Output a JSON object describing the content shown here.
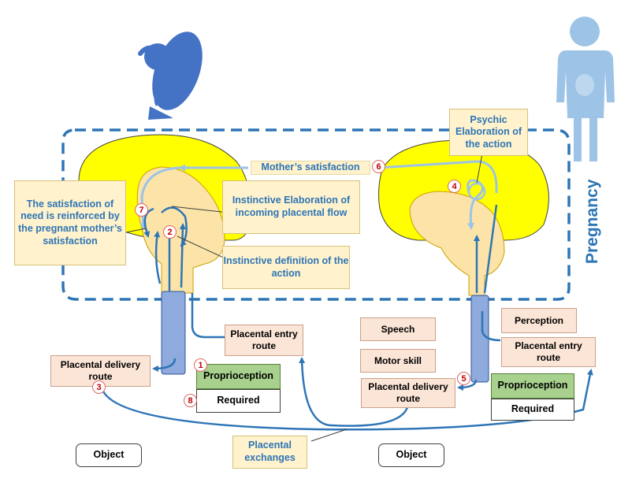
{
  "labels": {
    "mothers_satisfaction": "Mother’s satisfaction",
    "pregnancy": "Pregnancy",
    "satisfaction_reinforced": "The satisfaction of need is reinforced by the pregnant mother’s satisfaction",
    "instinctive_elaboration": "Instinctive Elaboration of incoming placental flow",
    "instinctive_definition": "Instinctive definition of the action",
    "psychic_elaboration": "Psychic Elaboration of the action",
    "placental_entry_route_left": "Placental entry route",
    "placental_delivery_route_left": "Placental delivery route",
    "proprioception_left": "Proprioception",
    "required_left": "Required",
    "speech": "Speech",
    "motor_skill": "Motor skill",
    "placental_delivery_route_right": "Placental delivery route",
    "perception": "Perception",
    "placental_entry_route_right": "Placental entry route",
    "proprioception_right": "Proprioception",
    "required_right": "Required",
    "placental_exchanges": "Placental exchanges",
    "object_left": "Object",
    "object_right": "Object"
  },
  "badges": [
    "1",
    "2",
    "3",
    "4",
    "5",
    "6",
    "7",
    "8"
  ],
  "icons": {
    "fetus": "fetus-icon",
    "mother": "pregnant-woman-icon"
  },
  "colors": {
    "brain_yellow": "#ffff00",
    "brainstem": "#fce4a8",
    "arrow_blue": "#2e75b6",
    "light_blue": "#9dc3e6",
    "figure_blue": "#4472c4",
    "badge_red": "#c00000"
  }
}
